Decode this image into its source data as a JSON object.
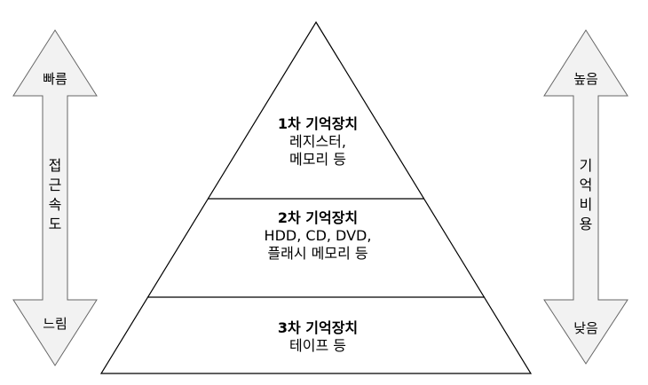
{
  "left_arrow": {
    "top_label": "빠름",
    "bottom_label": "느림",
    "axis_label": [
      "접",
      "근",
      "속",
      "도"
    ]
  },
  "right_arrow": {
    "top_label": "높음",
    "bottom_label": "낮음",
    "axis_label": [
      "기",
      "억",
      "비",
      "용"
    ]
  },
  "pyramid": {
    "tiers": [
      {
        "title": "1차 기억장치",
        "lines": [
          "레지스터,",
          "메모리 등"
        ]
      },
      {
        "title": "2차 기억장치",
        "lines": [
          "HDD, CD, DVD,",
          "플래시 메모리 등"
        ]
      },
      {
        "title": "3차 기억장치",
        "lines": [
          "테이프 등"
        ]
      }
    ]
  },
  "colors": {
    "arrow_fill": "#f2f2f2",
    "stroke": "#000000",
    "arrow_stroke": "#666666"
  }
}
